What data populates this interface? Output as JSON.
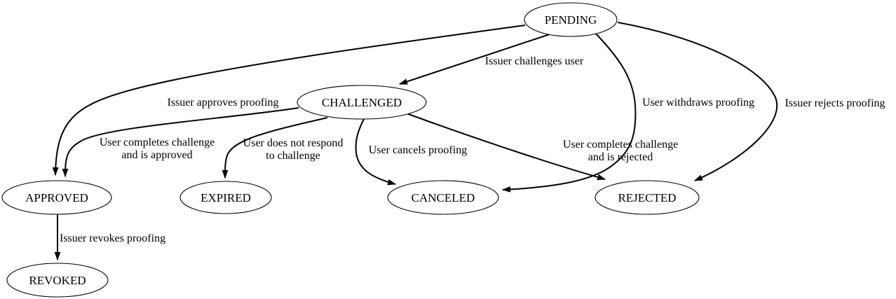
{
  "diagram": {
    "type": "state-machine",
    "background_color": "#ffffff",
    "line_color": "#000000",
    "text_color": "#000000",
    "nodes": [
      {
        "id": "pending",
        "label": "PENDING"
      },
      {
        "id": "challenged",
        "label": "CHALLENGED"
      },
      {
        "id": "approved",
        "label": "APPROVED"
      },
      {
        "id": "expired",
        "label": "EXPIRED"
      },
      {
        "id": "canceled",
        "label": "CANCELED"
      },
      {
        "id": "rejected",
        "label": "REJECTED"
      },
      {
        "id": "revoked",
        "label": "REVOKED"
      }
    ],
    "edges": [
      {
        "from": "PENDING",
        "to": "CHALLENGED",
        "label_lines": [
          "Issuer challenges user"
        ]
      },
      {
        "from": "PENDING",
        "to": "APPROVED",
        "label_lines": [
          "Issuer approves proofing"
        ]
      },
      {
        "from": "PENDING",
        "to": "CANCELED",
        "label_lines": [
          "User withdraws proofing"
        ]
      },
      {
        "from": "PENDING",
        "to": "REJECTED",
        "label_lines": [
          "Issuer rejects proofing"
        ]
      },
      {
        "from": "CHALLENGED",
        "to": "APPROVED",
        "label_lines": [
          "User completes challenge",
          "and is approved"
        ]
      },
      {
        "from": "CHALLENGED",
        "to": "EXPIRED",
        "label_lines": [
          "User does not respond",
          "to challenge"
        ]
      },
      {
        "from": "CHALLENGED",
        "to": "CANCELED",
        "label_lines": [
          "User cancels proofing"
        ]
      },
      {
        "from": "CHALLENGED",
        "to": "REJECTED",
        "label_lines": [
          "User completes challenge",
          "and is rejected"
        ]
      },
      {
        "from": "APPROVED",
        "to": "REVOKED",
        "label_lines": [
          "Issuer revokes proofing"
        ]
      }
    ]
  }
}
